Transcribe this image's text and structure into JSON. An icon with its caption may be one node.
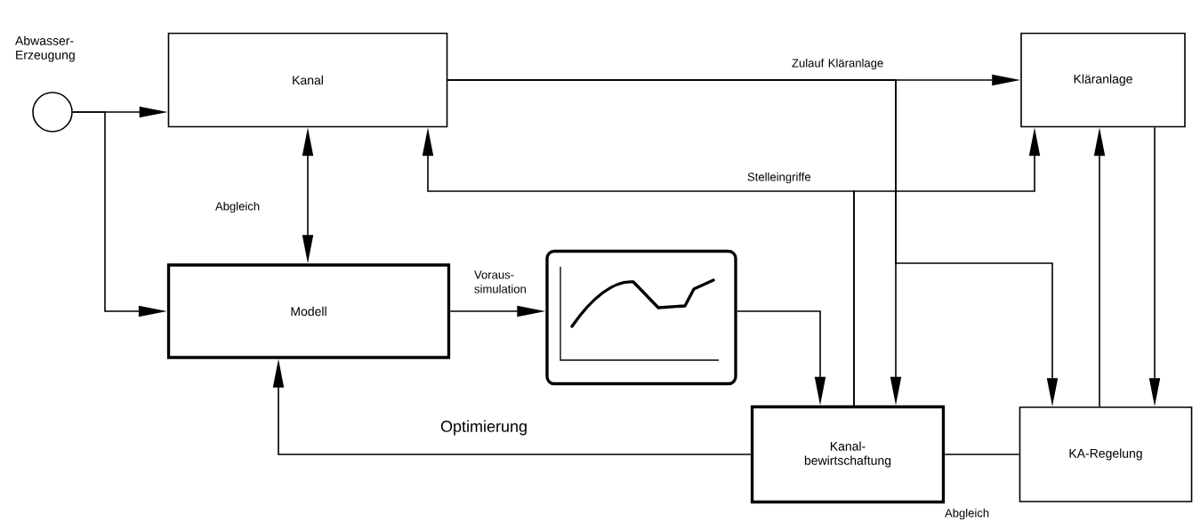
{
  "diagram": {
    "nodes": [
      {
        "text": [
          "Abwasser- Erzeugung"
        ]
      },
      {
        "text": [
          "Kanal"
        ]
      },
      {
        "text": [
          "Kläranlage"
        ]
      },
      {
        "text": [
          "Modell"
        ]
      },
      {
        "text": [],
        "shape": "picture"
      },
      {
        "text": [
          "Kanal- bewirtschaftung"
        ]
      },
      {
        "text": [
          "KA-Regelung"
        ]
      }
    ],
    "edges": [
      {
        "from": 0,
        "to": 1,
        "arrow": "to"
      },
      {
        "from": 0,
        "to": 3,
        "arrow": "to"
      },
      {
        "from": 1,
        "to": 2,
        "arrow": "to",
        "label": "Zulauf Kläranlage"
      },
      {
        "from": 1,
        "to": 3,
        "arrow": "both",
        "label": "Abgleich"
      },
      {
        "from": 5,
        "to": 1,
        "arrow": "to",
        "label": "Stelleingriffe"
      },
      {
        "from": 5,
        "to": 2,
        "arrow": "to"
      },
      {
        "from": 1,
        "to": 5,
        "arrow": "to"
      },
      {
        "from": 1,
        "to": 6,
        "arrow": "to"
      },
      {
        "from": 3,
        "to": 4,
        "arrow": "to",
        "label": "Voraus- simulation"
      },
      {
        "from": 4,
        "to": 5,
        "arrow": "to"
      },
      {
        "from": 5,
        "to": 3,
        "arrow": "to",
        "label": "Optimierung"
      },
      {
        "from": 5,
        "to": 6,
        "arrow": "none",
        "label": "Abgleich"
      },
      {
        "from": 6,
        "to": 2,
        "arrow": "to"
      },
      {
        "from": 2,
        "to": 6,
        "arrow": "to"
      }
    ]
  }
}
